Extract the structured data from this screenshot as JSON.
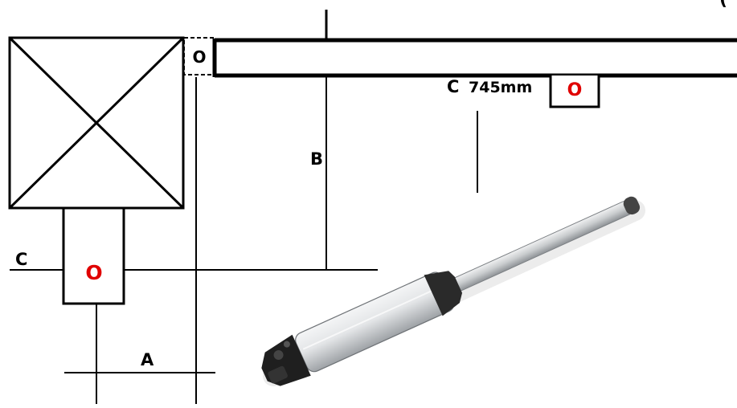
{
  "labels": {
    "top_right_partial": "(",
    "o_top_left": "O",
    "c_right": "C",
    "dimension_c": "745mm",
    "o_right": "O",
    "b": "B",
    "c_left": "C",
    "o_left": "O",
    "a": "A"
  },
  "colors": {
    "line": "#000000",
    "pivot_marker": "#e00000",
    "actuator_body": "#d9dcde",
    "actuator_rod": "#c4c7ca",
    "actuator_caps": "#222222"
  },
  "icons": {
    "actuator": "gate-opener-actuator-icon"
  }
}
